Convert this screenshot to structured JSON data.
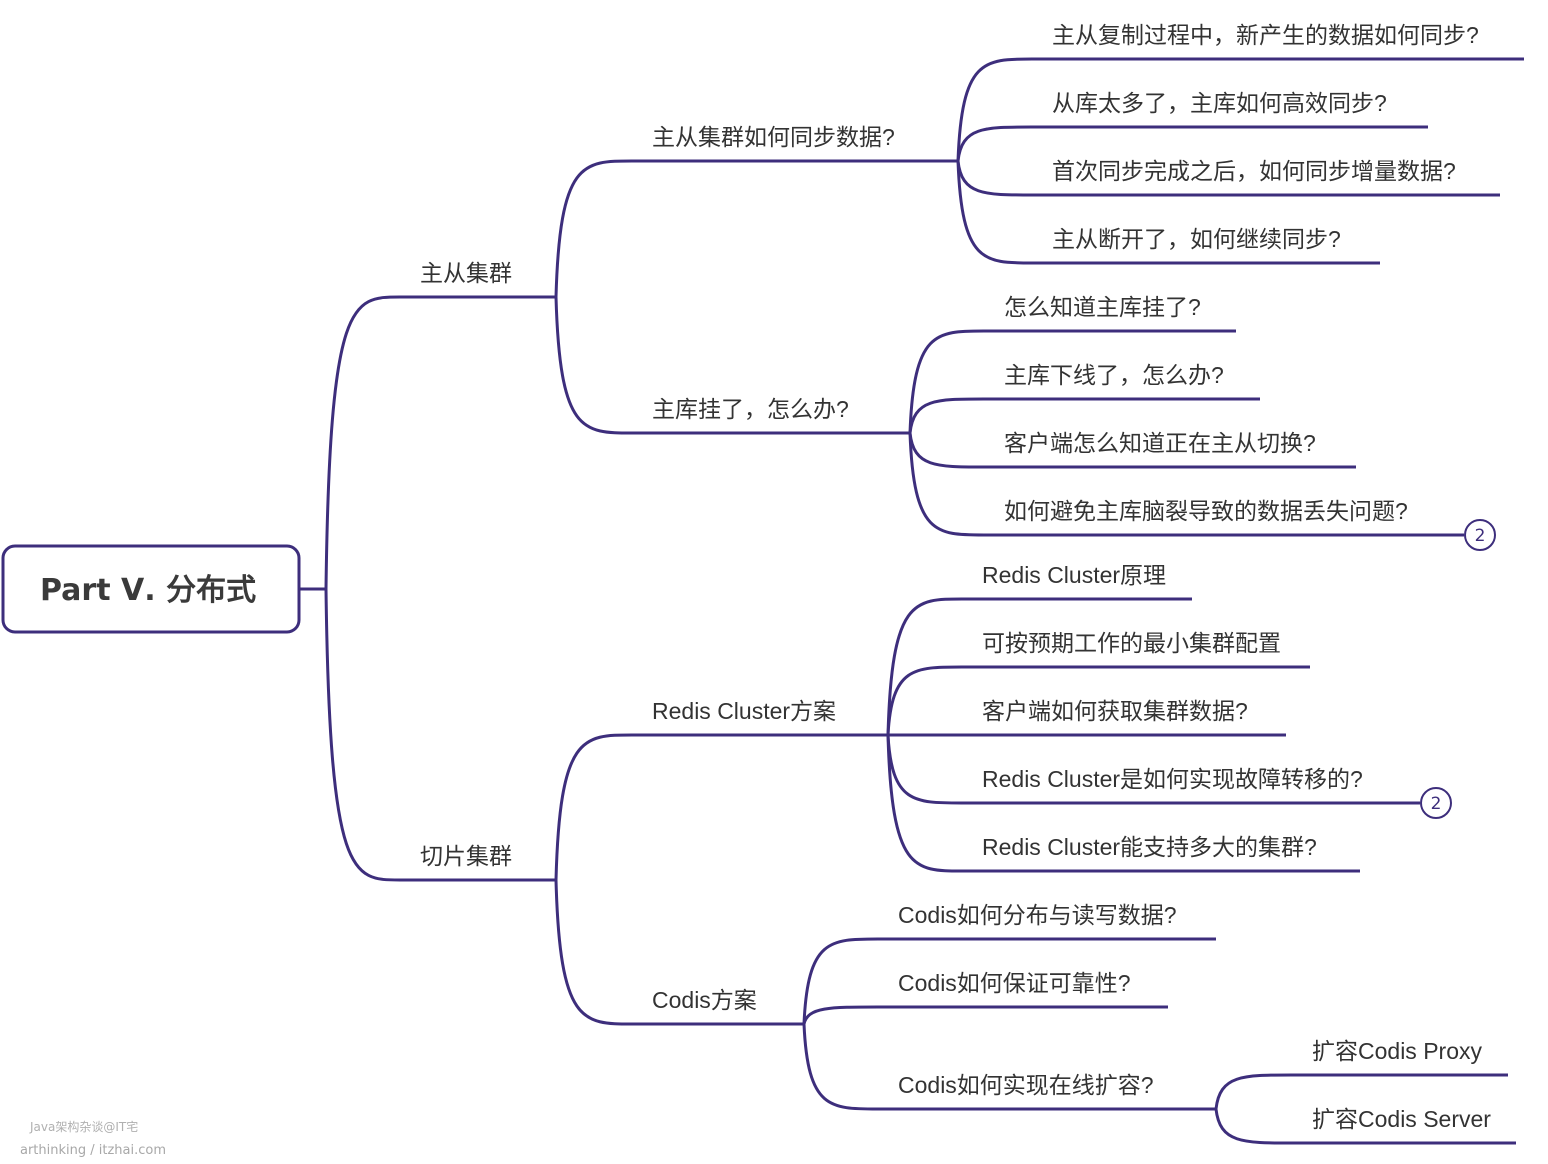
{
  "root": {
    "label": "Part Ⅴ. 分布式"
  },
  "branches": [
    {
      "label": "主从集群",
      "children": [
        {
          "label": "主从集群如何同步数据?",
          "children": [
            {
              "label": "主从复制过程中，新产生的数据如何同步?"
            },
            {
              "label": "从库太多了，主库如何高效同步?"
            },
            {
              "label": "首次同步完成之后，如何同步增量数据?"
            },
            {
              "label": "主从断开了，如何继续同步?"
            }
          ]
        },
        {
          "label": "主库挂了，怎么办?",
          "children": [
            {
              "label": "怎么知道主库挂了?"
            },
            {
              "label": "主库下线了，怎么办?"
            },
            {
              "label": "客户端怎么知道正在主从切换?"
            },
            {
              "label": "如何避免主库脑裂导致的数据丢失问题?",
              "badge": "2"
            }
          ]
        }
      ]
    },
    {
      "label": "切片集群",
      "children": [
        {
          "label": "Redis Cluster方案",
          "children": [
            {
              "label": "Redis Cluster原理"
            },
            {
              "label": "可按预期工作的最小集群配置"
            },
            {
              "label": "客户端如何获取集群数据?"
            },
            {
              "label": "Redis Cluster是如何实现故障转移的?",
              "badge": "2"
            },
            {
              "label": "Redis Cluster能支持多大的集群?"
            }
          ]
        },
        {
          "label": "Codis方案",
          "children": [
            {
              "label": "Codis如何分布与读写数据?"
            },
            {
              "label": "Codis如何保证可靠性?"
            },
            {
              "label": "Codis如何实现在线扩容?",
              "children": [
                {
                  "label": "扩容Codis Proxy"
                },
                {
                  "label": "扩容Codis Server"
                }
              ]
            }
          ]
        }
      ]
    }
  ],
  "watermark": {
    "line1": "Java架构杂谈@IT宅",
    "line2": "arthinking / itzhai.com"
  },
  "colors": {
    "line": "#3d2e7c",
    "root_border": "#3d2e7c",
    "text": "#333333"
  }
}
